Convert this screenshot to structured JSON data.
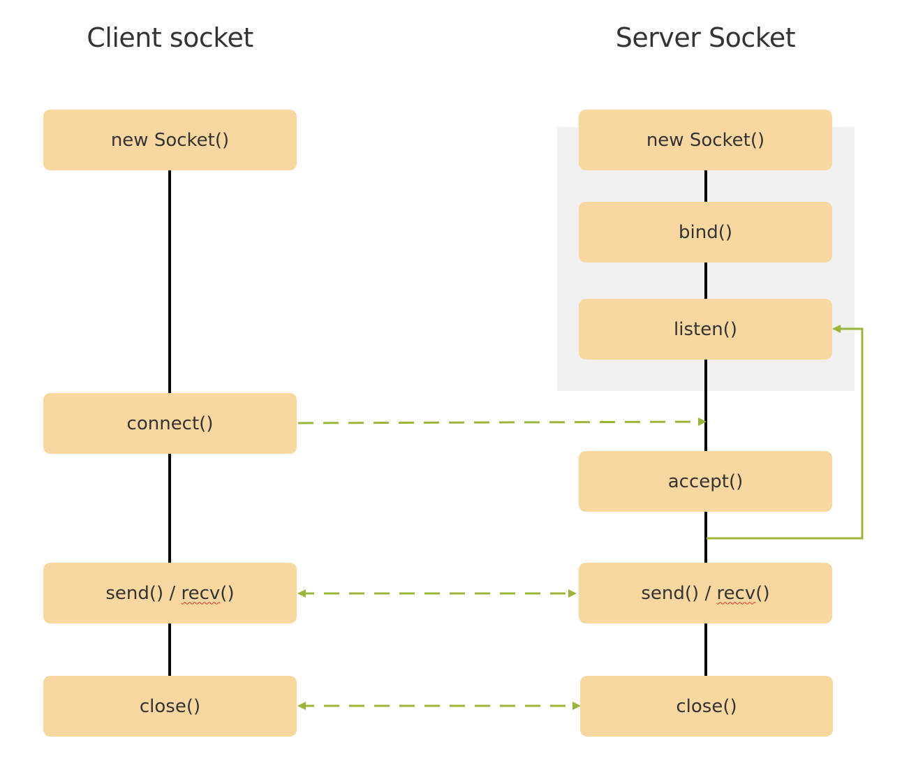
{
  "headings": {
    "client": "Client socket",
    "server": "Server Socket"
  },
  "client": {
    "new_socket": "new Socket()",
    "connect": "connect()",
    "send_prefix": "send() / ",
    "send_recv_word": "recv",
    "send_suffix": "()",
    "close": "close()"
  },
  "server": {
    "new_socket": "new Socket()",
    "bind": "bind()",
    "listen": "listen()",
    "accept": "accept()",
    "send_prefix": "send() / ",
    "send_recv_word": "recv",
    "send_suffix": "()",
    "close": "close()"
  },
  "colors": {
    "node_fill": "#f8d7a0",
    "arrow": "#9bb53a",
    "lifeline": "#000000",
    "group_background": "#f1f1f1",
    "spellcheck_underline": "#e03030"
  }
}
